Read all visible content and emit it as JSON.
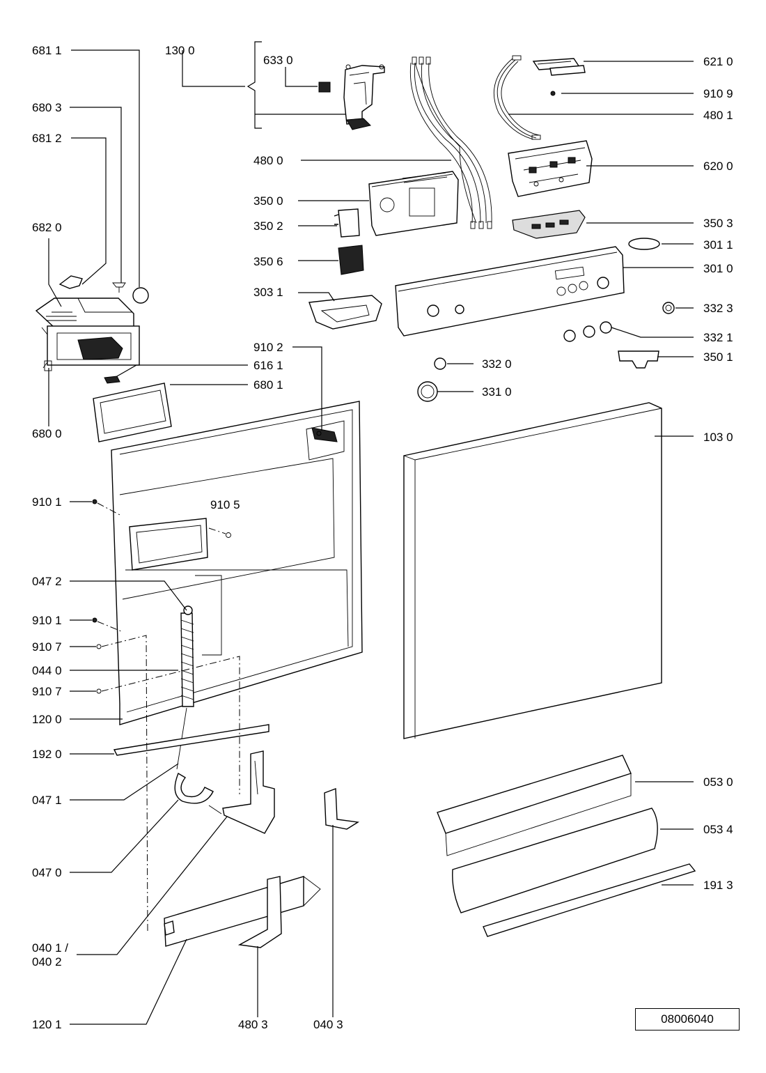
{
  "drawing_code": "08006040",
  "labels": {
    "p6811": "681 1",
    "p1300": "130 0",
    "p6330": "633 0",
    "p6210": "621 0",
    "p9109": "910 9",
    "p4801": "480 1",
    "p6803": "680 3",
    "p6812": "681 2",
    "p4800": "480 0",
    "p6200": "620 0",
    "p3500": "350 0",
    "p3502": "350 2",
    "p3503": "350 3",
    "p6820": "682 0",
    "p3011": "301 1",
    "p3506": "350 6",
    "p3010": "301 0",
    "p3031": "303 1",
    "p3323": "332 3",
    "p9102": "910 2",
    "p3321": "332 1",
    "p6161": "616 1",
    "p3501": "350 1",
    "p6801": "680 1",
    "p3320": "332 0",
    "p3310": "331 0",
    "p6800": "680 0",
    "p1030": "103 0",
    "p9101a": "910 1",
    "p9105": "910 5",
    "p0472": "047 2",
    "p9101b": "910 1",
    "p9107a": "910 7",
    "p0440": "044 0",
    "p9107b": "910 7",
    "p1200": "120 0",
    "p1920": "192 0",
    "p0530": "053 0",
    "p0471": "047 1",
    "p0534": "053 4",
    "p0470": "047 0",
    "p1913": "191 3",
    "p0401a": "040 1 /",
    "p0401b": "040 2",
    "p1201": "120 1",
    "p4803": "480 3",
    "p0403": "040 3"
  }
}
